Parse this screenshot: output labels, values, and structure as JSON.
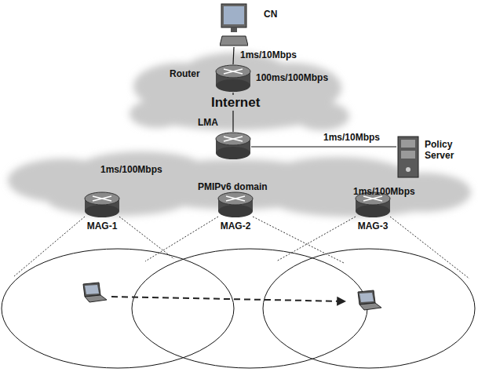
{
  "diagram": {
    "nodes": [
      {
        "text": [
          "CN"
        ]
      },
      {
        "text": [
          "Router"
        ]
      },
      {
        "text": [
          "LMA"
        ]
      },
      {
        "text": [
          "Policy Server"
        ]
      },
      {
        "text": [
          "MAG-1"
        ]
      },
      {
        "text": [
          "MAG-2"
        ]
      },
      {
        "text": [
          "MAG-3"
        ]
      }
    ],
    "edges": [
      {
        "from": 0,
        "to": 1,
        "arrow": "none",
        "label": "1ms/10Mbps"
      },
      {
        "from": 1,
        "to": 2,
        "arrow": "none",
        "label": "100ms/100Mbps"
      },
      {
        "from": 2,
        "to": 3,
        "arrow": "none",
        "label": "1ms/10Mbps"
      }
    ],
    "labels": [
      "Internet",
      "PMIPv6 domain",
      "1ms/100Mbps",
      "1ms/100Mbps"
    ]
  }
}
